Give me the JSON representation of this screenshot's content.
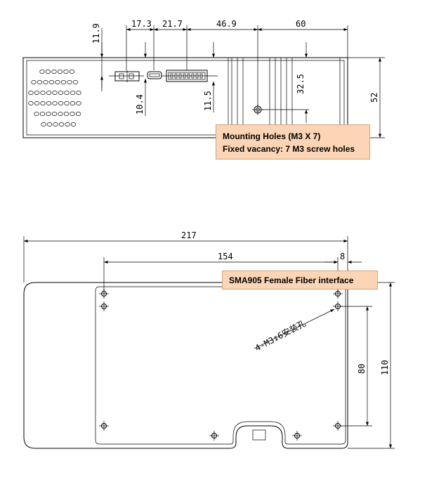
{
  "top_view": {
    "dimensions": {
      "d_11_9": "11.9",
      "d_17_3": "17.3",
      "d_21_7": "21.7",
      "d_46_9": "46.9",
      "d_60": "60",
      "d_10_4": "10.4",
      "d_11_5": "11.5",
      "d_32_5": "32.5",
      "d_52": "52"
    },
    "callout": {
      "line1": "Mounting Holes (M3 X 7)",
      "line2": "Fixed vacancy:  7 M3 screw holes"
    }
  },
  "bottom_view": {
    "dimensions": {
      "d_217": "217",
      "d_154": "154",
      "d_8": "8",
      "d_80": "80",
      "d_110": "110"
    },
    "hole_label": "4-M3↧6安装孔",
    "callout": {
      "line1": "SMA905 Female Fiber interface"
    }
  }
}
